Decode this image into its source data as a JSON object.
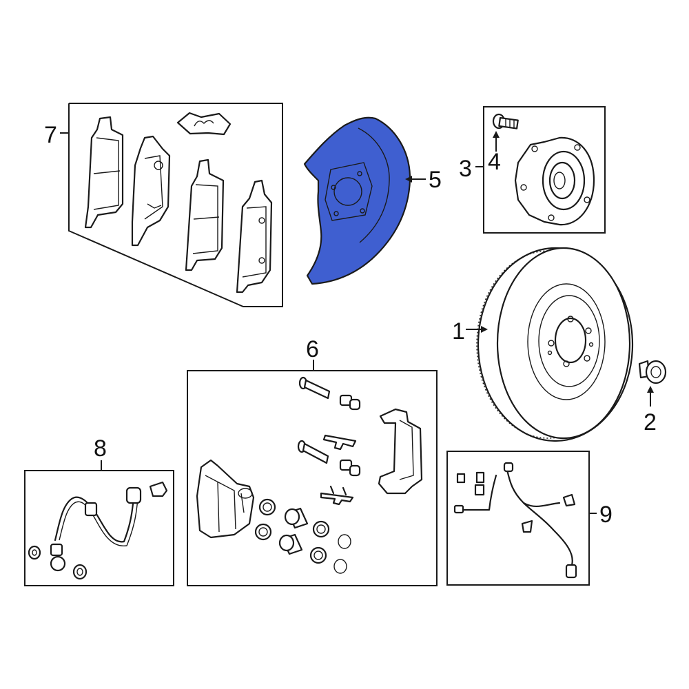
{
  "callouts": {
    "c1": "1",
    "c2": "2",
    "c3": "3",
    "c4": "4",
    "c5": "5",
    "c6": "6",
    "c7": "7",
    "c8": "8",
    "c9": "9"
  },
  "colors": {
    "highlight": "#3f5fd0",
    "line": "#1a1a1a",
    "background": "#ffffff"
  }
}
